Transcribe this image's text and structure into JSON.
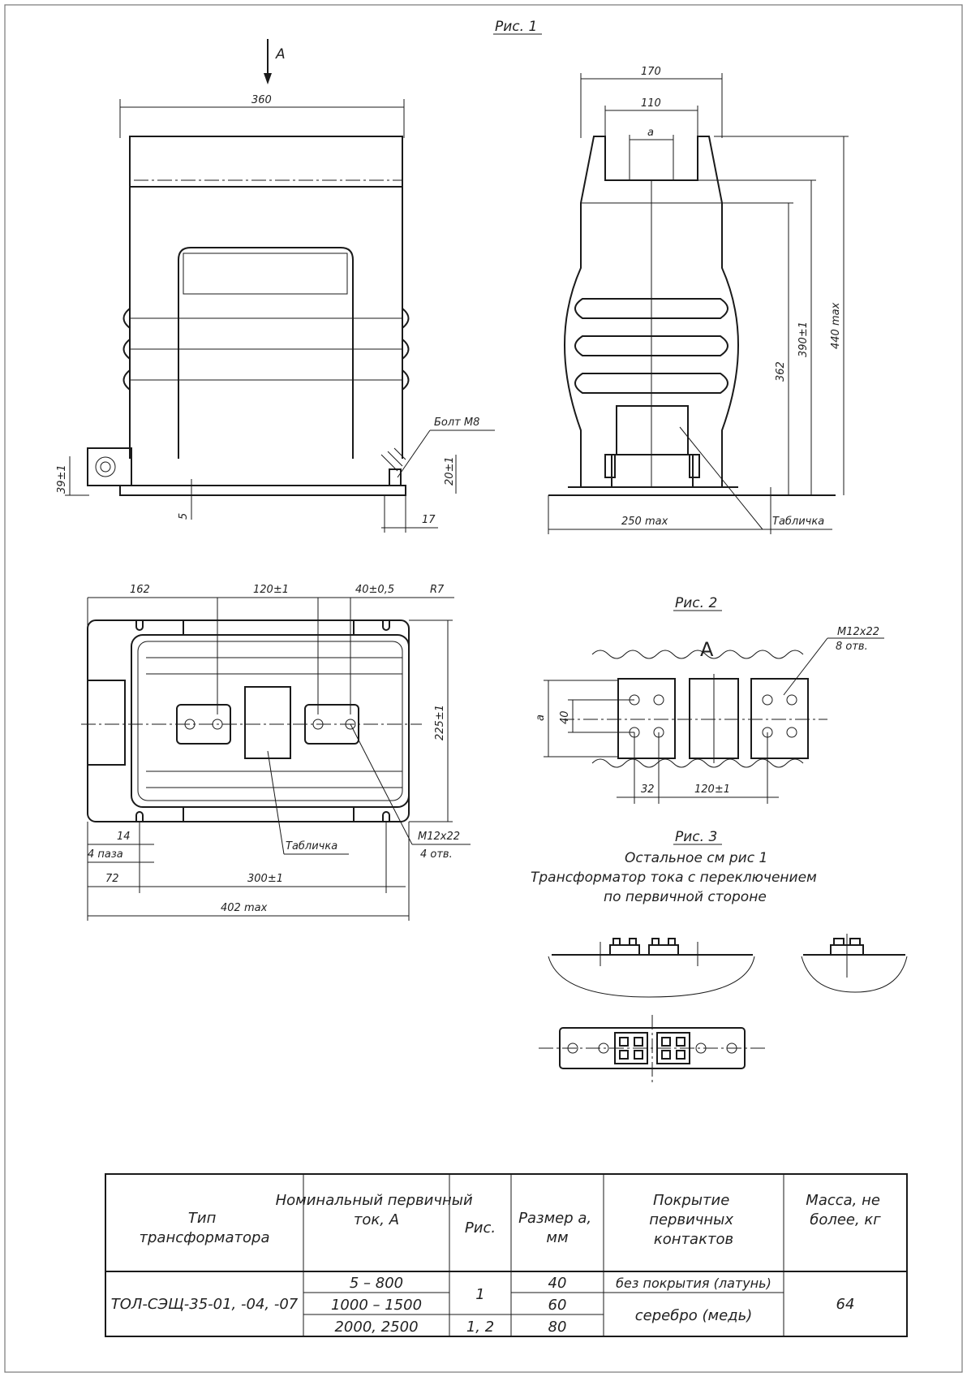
{
  "labels": {
    "fig1": "Рис. 1",
    "fig2": "Рис. 2",
    "fig3": "Рис. 3",
    "view_arrow": "A",
    "view_a": "A",
    "see_fig1": "Остальное см рис 1",
    "desc_line1": "Трансформатор тока с переключением",
    "desc_line2": "по первичной стороне"
  },
  "front_view": {
    "width": "360",
    "bolt": "Болт М8",
    "d_39": "39±1",
    "d_20": "20±1",
    "d_5": "5",
    "d_17": "17"
  },
  "side_view": {
    "d_170": "170",
    "d_110": "110",
    "d_a": "a",
    "d_440": "440 max",
    "d_390": "390±1",
    "d_362": "362",
    "d_250": "250 max",
    "plate": "Табличка"
  },
  "top_view": {
    "d_162": "162",
    "d_120": "120±1",
    "d_40": "40±0,5",
    "r7": "R7",
    "d_225": "225±1",
    "d_14": "14",
    "slots": "4 паза",
    "d_72": "72",
    "d_300": "300±1",
    "d_402": "402 max",
    "plate": "Табличка",
    "holes": "М12х22",
    "holes_count": "4 отв."
  },
  "fig2_view": {
    "holes": "М12х22",
    "holes_count": "8 отв.",
    "d_a": "a",
    "d_40": "40",
    "d_32": "32",
    "d_120": "120±1"
  },
  "table": {
    "headers": [
      "Тип трансформатора",
      "Номинальный первичный ток, А",
      "Рис.",
      "Размер а, мм",
      "Покрытие первичных контактов",
      "Масса, не более, кг"
    ],
    "type": "ТОЛ-СЭЩ-35-01, -04, -07",
    "currents": [
      "5 – 800",
      "1000 – 1500",
      "2000, 2500"
    ],
    "fig_12": "1",
    "fig_3": "1, 2",
    "sizes": [
      "40",
      "60",
      "80"
    ],
    "coating_1": "без покрытия (латунь)",
    "coating_23": "серебро (медь)",
    "mass": "64"
  }
}
